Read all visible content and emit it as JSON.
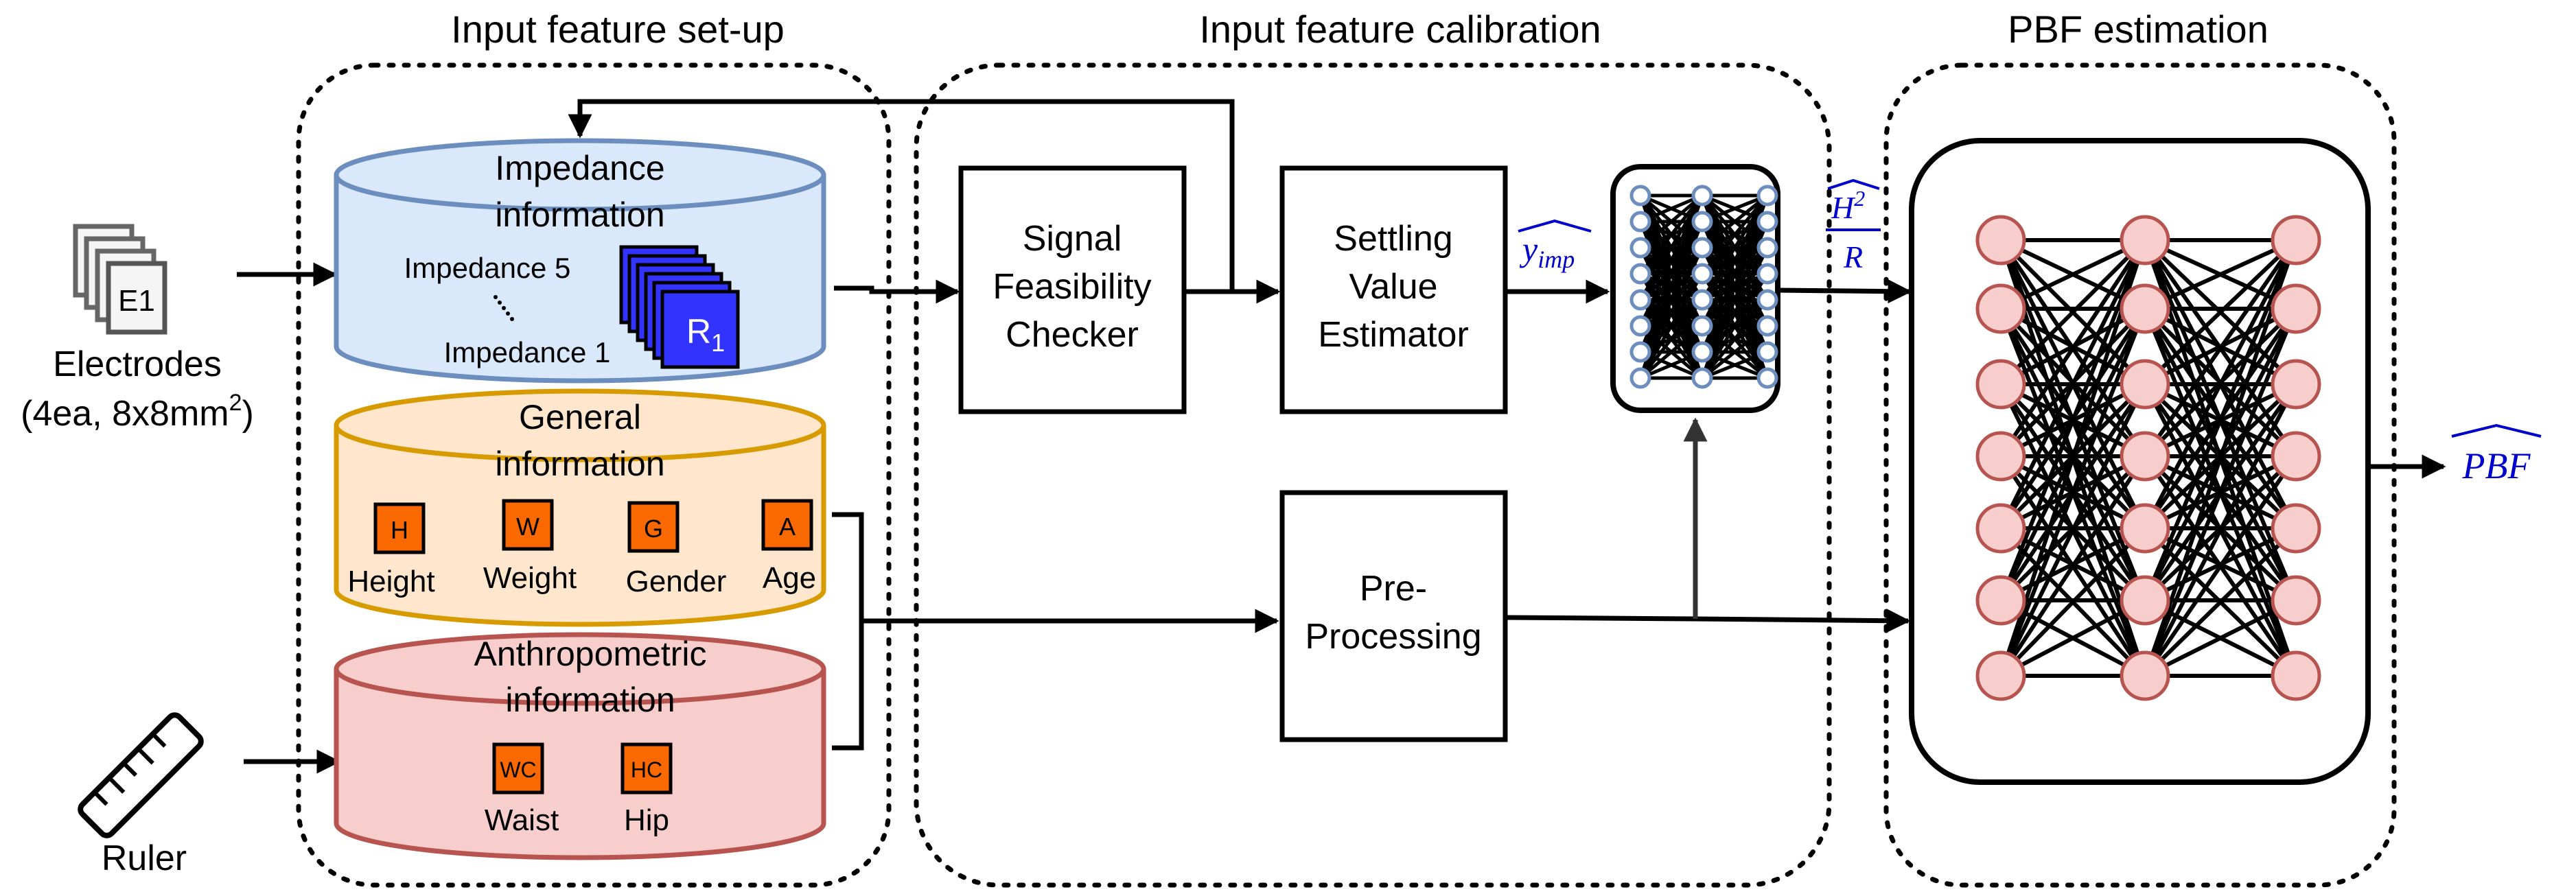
{
  "sections": {
    "setup_title": "Input feature set-up",
    "calibration_title": "Input feature calibration",
    "estimation_title": "PBF estimation"
  },
  "electrodes": {
    "icon_label": "E1",
    "label_line1": "Electrodes",
    "label_line2_pre": "(4ea, 8x8mm",
    "label_line2_sup": "2",
    "label_line2_post": ")"
  },
  "ruler": {
    "label": "Ruler"
  },
  "impedance_db": {
    "title_line1": "Impedance",
    "title_line2": "information",
    "item_top": "Impedance 5",
    "item_bottom": "Impedance 1",
    "stack_label": "R",
    "stack_sub": "1",
    "color_fill": "#dae8fc",
    "color_stroke": "#6c8ebf"
  },
  "general_db": {
    "title_line1": "General",
    "title_line2": "information",
    "items": [
      {
        "badge": "H",
        "label": "Height"
      },
      {
        "badge": "W",
        "label": "Weight"
      },
      {
        "badge": "G",
        "label": "Gender"
      },
      {
        "badge": "A",
        "label": "Age"
      }
    ],
    "color_fill": "#ffe6cc",
    "color_stroke": "#d79b00"
  },
  "anthro_db": {
    "title_line1": "Anthropometric",
    "title_line2": "information",
    "items": [
      {
        "badge": "WC",
        "label": "Waist"
      },
      {
        "badge": "HC",
        "label": "Hip"
      }
    ],
    "color_fill": "#f8cecc",
    "color_stroke": "#b85450"
  },
  "boxes": {
    "feasibility": [
      "Signal",
      "Feasibility",
      "Checker"
    ],
    "settling": [
      "Settling",
      "Value",
      "Estimator"
    ],
    "preprocessing": [
      "Pre-",
      "Processing"
    ]
  },
  "math": {
    "y_imp": "y",
    "y_imp_sub": "imp",
    "h2_num": "H",
    "h2_sup": "2",
    "h2_den": "R",
    "pbf": "PBF",
    "color": "#0000cc"
  },
  "colors": {
    "badge_fill": "#fa6800",
    "small_nn_node": "#6c8ebf",
    "big_nn_fill": "#f8cecc",
    "big_nn_stroke": "#b85450"
  }
}
